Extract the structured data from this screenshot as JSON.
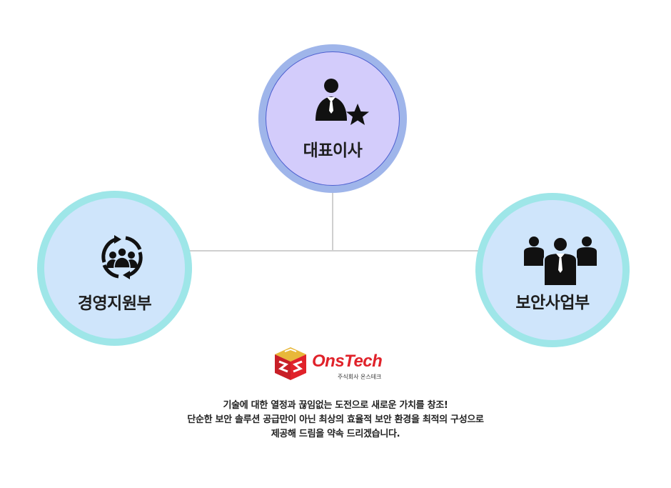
{
  "nodes": {
    "ceo": {
      "label": "대표이사",
      "icon": "ceo-star-icon"
    },
    "management_support": {
      "label": "경영지원부",
      "icon": "team-cycle-icon"
    },
    "security_business": {
      "label": "보안사업부",
      "icon": "business-team-icon"
    }
  },
  "logo": {
    "wordmark": "OnsTech",
    "subtitle": "주식회사 온스테크",
    "icon": "onstech-logo-cube"
  },
  "slogan": {
    "line1": "기술에 대한 열정과 끊임없는 도전으로 새로운 가치를 창조!",
    "line2": "단순한 보안 솔루션 공급만이 아닌 최상의 효율적 보안 환경을 최적의 구성으로",
    "line3": "제공해 드림을 약속 드리겠습니다."
  },
  "colors": {
    "ceo_outer_ring": "#9fb5ea",
    "ceo_fill": "#d3ccfb",
    "dept_outer_ring": "#9ee6e8",
    "dept_fill": "#cfe5fb",
    "connector": "#cfcfcf",
    "logo_red": "#e0222a"
  }
}
